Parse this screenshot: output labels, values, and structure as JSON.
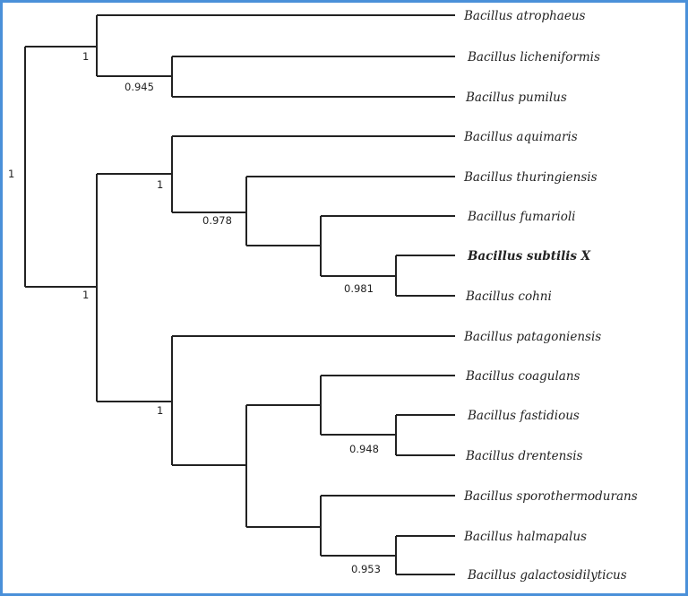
{
  "taxa": [
    {
      "name": "Bacillus atrophaeus"
    },
    {
      "name": "Bacillus licheniformis"
    },
    {
      "name": "Bacillus pumilus"
    },
    {
      "name": "Bacillus aquimaris"
    },
    {
      "name": "Bacillus thuringiensis"
    },
    {
      "name": "Bacillus fumarioli"
    },
    {
      "name": "Bacillus subtilis X",
      "bold": true
    },
    {
      "name": "Bacillus cohni"
    },
    {
      "name": "Bacillus patagoniensis"
    },
    {
      "name": "Bacillus coagulans"
    },
    {
      "name": "Bacillus fastidious"
    },
    {
      "name": "Bacillus drentensis"
    },
    {
      "name": "Bacillus sporothermodurans"
    },
    {
      "name": "Bacillus halmapalus"
    },
    {
      "name": "Bacillus galactosidilyticus"
    }
  ],
  "support_values": {
    "root": "1",
    "clade_a": "1",
    "lich_pumilus": "0.945",
    "clade_b": "1",
    "clade_b1": "1",
    "thur_group": "0.978",
    "subtilis_cohni": "0.981",
    "clade_b2": "1",
    "fast_drent": "0.948",
    "halm_galact": "0.953"
  },
  "colors": {
    "frame_border": "#4a90d9",
    "branch": "#222222",
    "background": "#ffffff"
  }
}
